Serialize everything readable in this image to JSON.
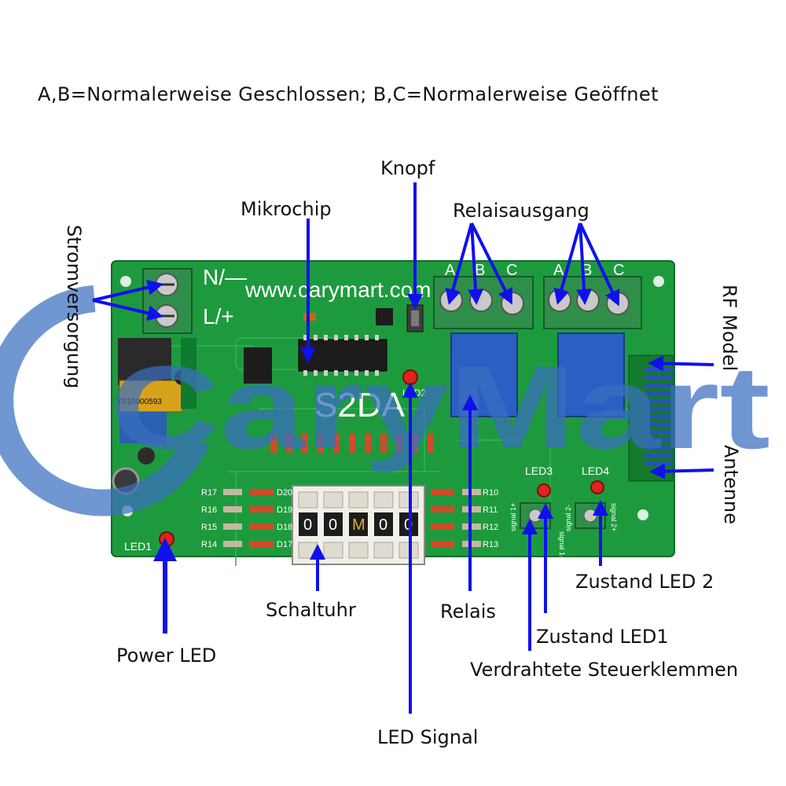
{
  "header": "A,B=Normalerweise Geschlossen; B,C=Normalerweise Geöffnet",
  "callouts": {
    "knopf": "Knopf",
    "mikrochip": "Mikrochip",
    "relaisausgang": "Relaisausgang",
    "stromversorgung": "Stromversorgung",
    "rf_model": "RF Model",
    "antenne": "Antenne",
    "zustand_led2": "Zustand LED 2",
    "schaltuhr": "Schaltuhr",
    "relais": "Relais",
    "zustand_led1": "Zustand LED1",
    "power_led": "Power LED",
    "verdrahtete": "Verdrahtete Steuerklemmen",
    "led_signal": "LED Signal"
  },
  "board": {
    "url": "www.carymart.com",
    "model": "S2DA",
    "n_label": "N/—",
    "l_label": "L/+",
    "terminal_letters": [
      "A",
      "B",
      "C",
      "A",
      "B",
      "C"
    ],
    "led_labels": {
      "led1": "LED1",
      "led2": "LED2",
      "led3": "LED3",
      "led4": "LED4"
    },
    "dip_digits": [
      "0",
      "0",
      "M",
      "0",
      "0"
    ],
    "transformer_label": "YS10000593",
    "resistors_left": [
      "R17",
      "R16",
      "R15",
      "R14"
    ],
    "diodes_left": [
      "D20",
      "D19",
      "D18",
      "D17"
    ],
    "resistors_right": [
      "R10",
      "R11",
      "R12",
      "R13"
    ],
    "signal_labels": [
      "signal 1+",
      "signal 1-",
      "signal 2-",
      "signal 2+"
    ]
  },
  "watermark": "CaryMart",
  "colors": {
    "pcb": "#1e9a3e",
    "pcb_dark": "#137a2e",
    "arrow": "#1010ee",
    "terminal": "#2f8f4a",
    "watermark": "#3a6fc0",
    "led": "#e0241c"
  }
}
